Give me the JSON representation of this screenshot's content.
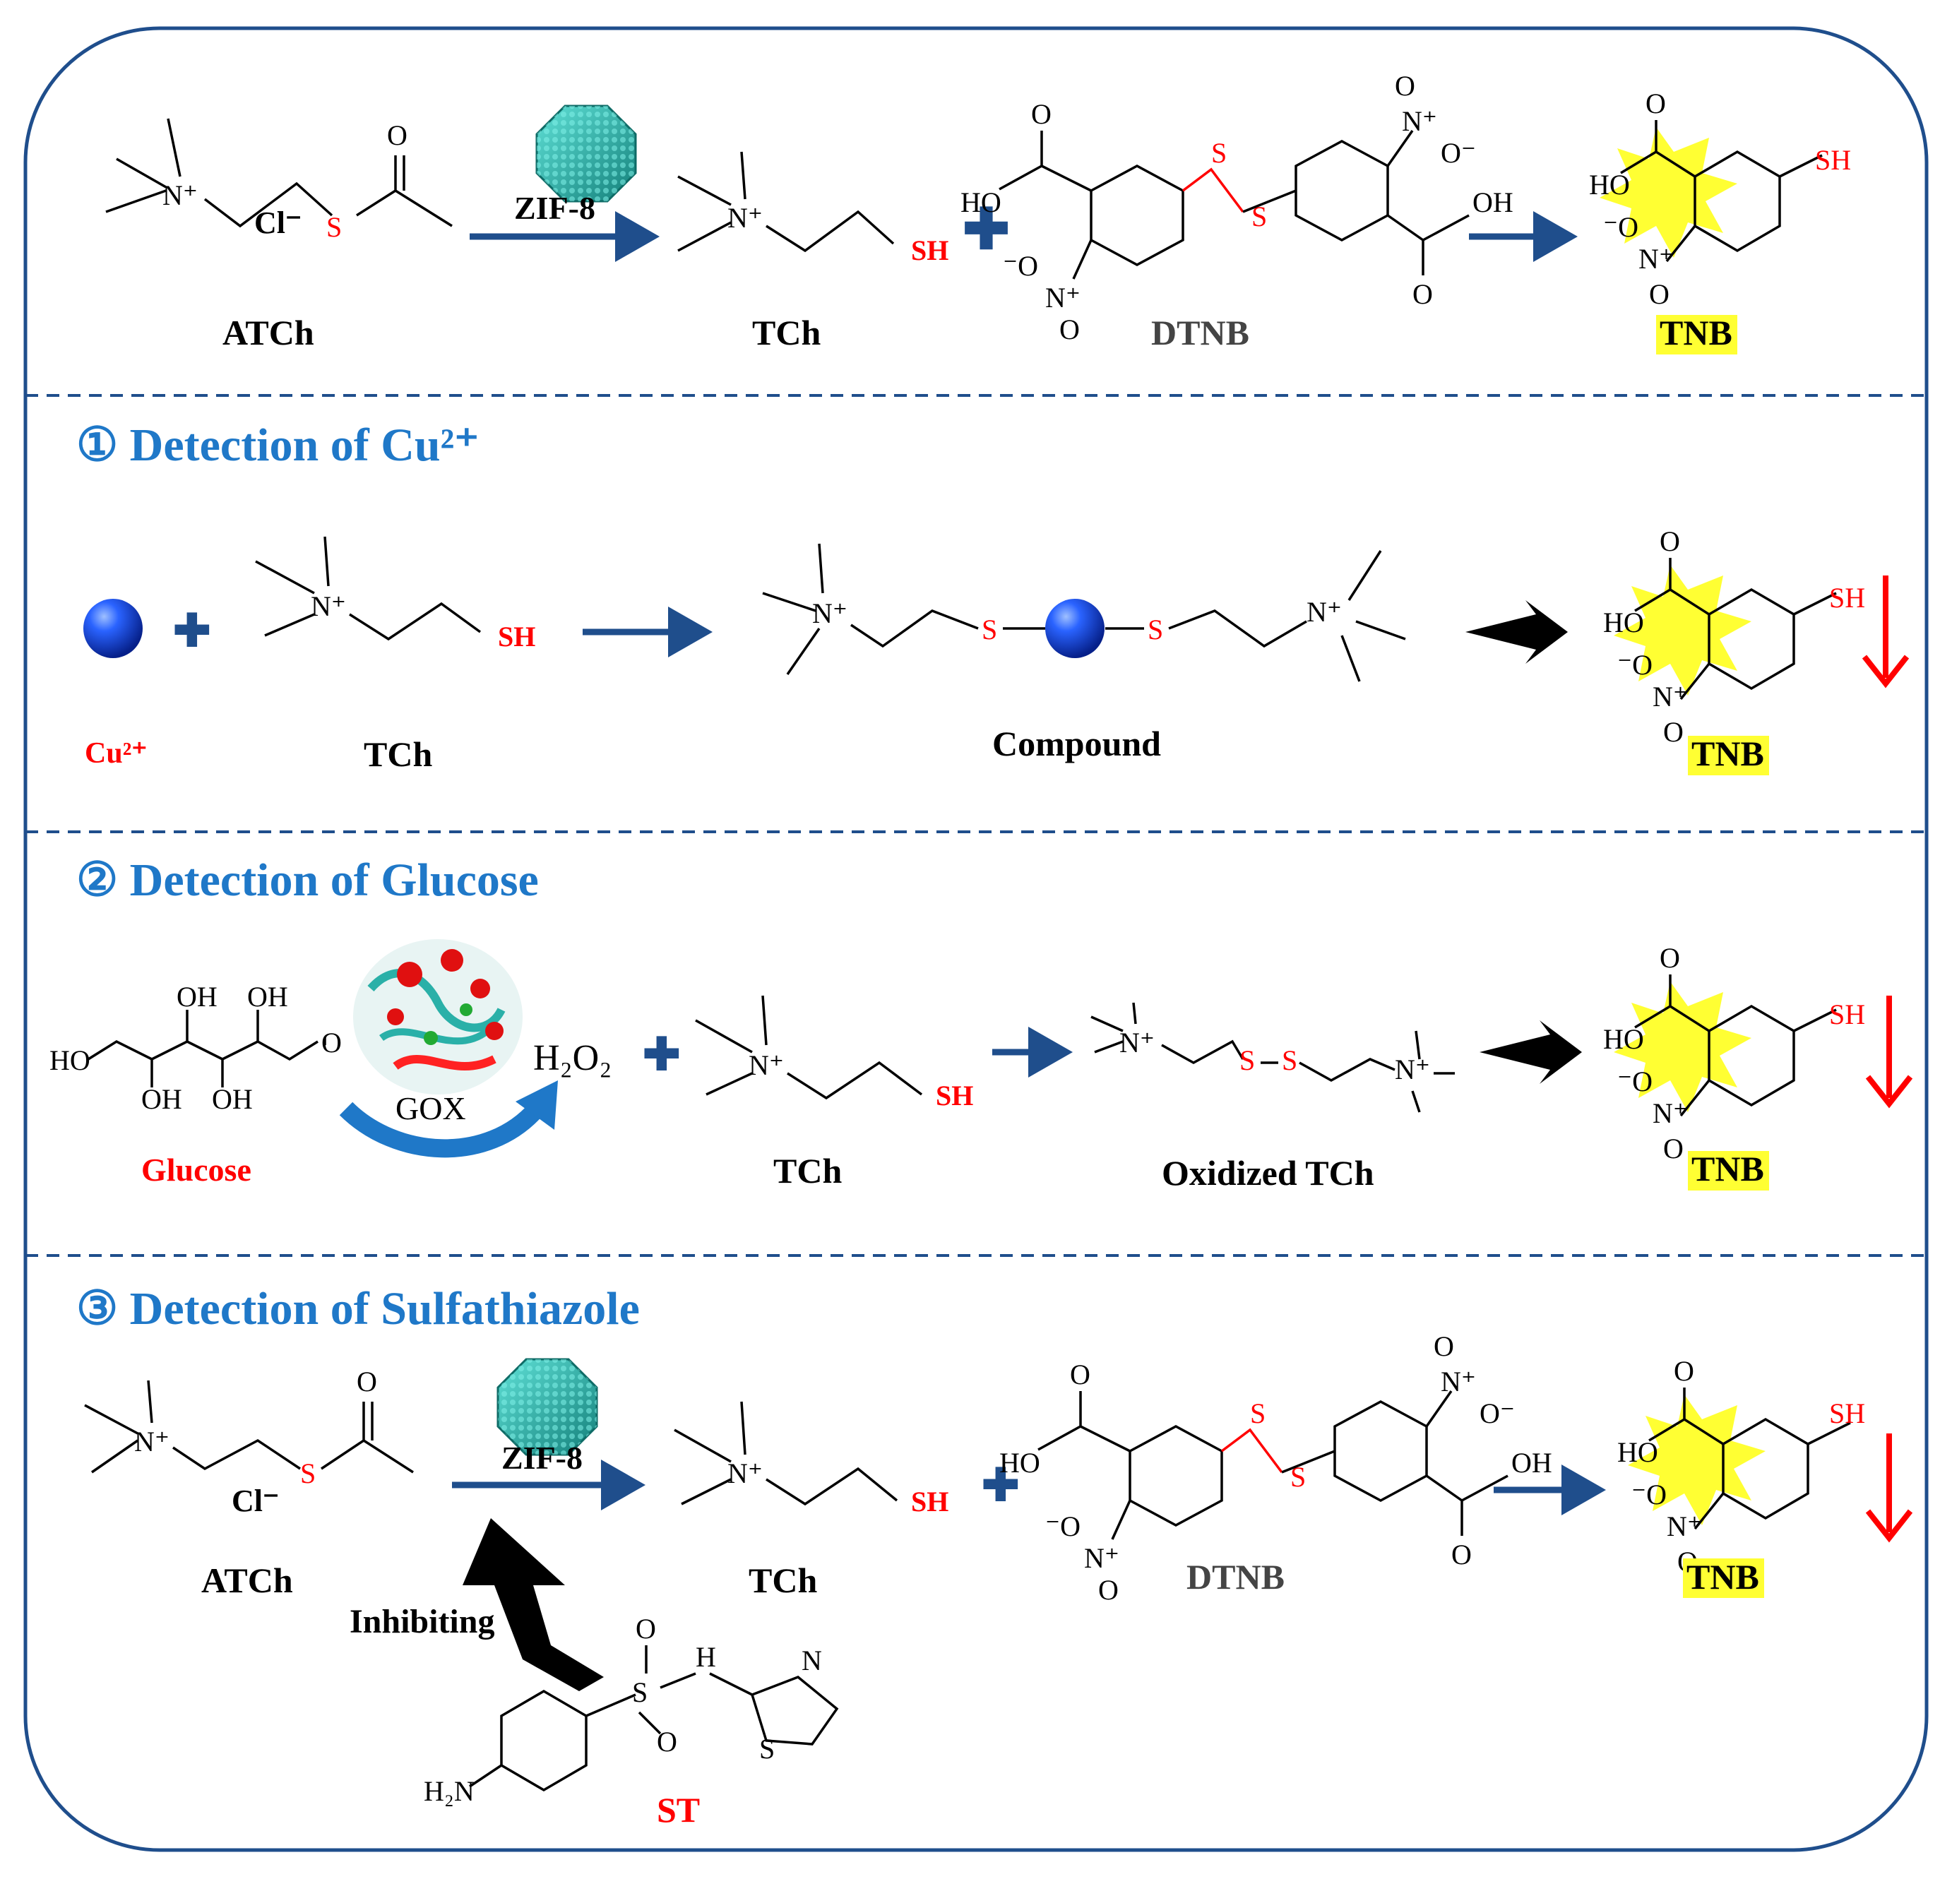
{
  "colors": {
    "border": "#1f4e8c",
    "section_title": "#1f78c8",
    "red": "#ff0000",
    "highlight": "#ffff33",
    "arrow_blue": "#1f4e8c",
    "zif8": "#2ab0a8",
    "cu_sphere": "#1146d6"
  },
  "top": {
    "reactant_label": "ATCh",
    "counter_ion": "Cl⁻",
    "catalyst_label": "ZIF-8",
    "product_label": "TCh",
    "reagent_label": "DTNB",
    "result_label": "TNB"
  },
  "section1": {
    "title": "① Detection of Cu²⁺",
    "cu_label": "Cu²⁺",
    "tch_label": "TCh",
    "compound_label": "Compound",
    "result_label": "TNB"
  },
  "section2": {
    "title": "② Detection of Glucose",
    "glucose_label": "Glucose",
    "enzyme_label": "GOX",
    "h2o2_label": "H₂O₂",
    "tch_label": "TCh",
    "oxidized_label": "Oxidized TCh",
    "result_label": "TNB"
  },
  "section3": {
    "title": "③ Detection of Sulfathiazole",
    "reactant_label": "ATCh",
    "counter_ion": "Cl⁻",
    "catalyst_label": "ZIF-8",
    "product_label": "TCh",
    "reagent_label": "DTNB",
    "inhibit_label": "Inhibiting",
    "st_label": "ST",
    "amine_label": "H₂N",
    "result_label": "TNB"
  },
  "atoms": {
    "n_plus": "N⁺",
    "sh": "SH",
    "s": "S",
    "o": "O",
    "ho": "HO",
    "oh": "OH",
    "o_minus": "⁻O",
    "o_minus_r": "O⁻",
    "nh": "H",
    "n": "N"
  }
}
